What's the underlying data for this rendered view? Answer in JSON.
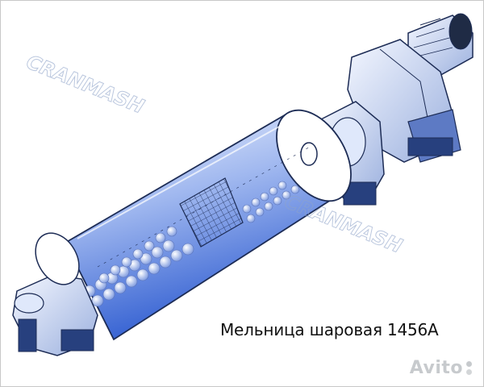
{
  "caption": "Мельница шаровая 1456А",
  "watermark": {
    "text": "CRANMASH",
    "brand": "Avito"
  },
  "illustration": {
    "subject": "ball-mill-diagram",
    "colors": {
      "shell": "#4a72d9",
      "shell_light": "#d9e4fb",
      "outline": "#1d2c55",
      "machinery": "#cfd9ee",
      "balls": "#e7efff"
    }
  }
}
